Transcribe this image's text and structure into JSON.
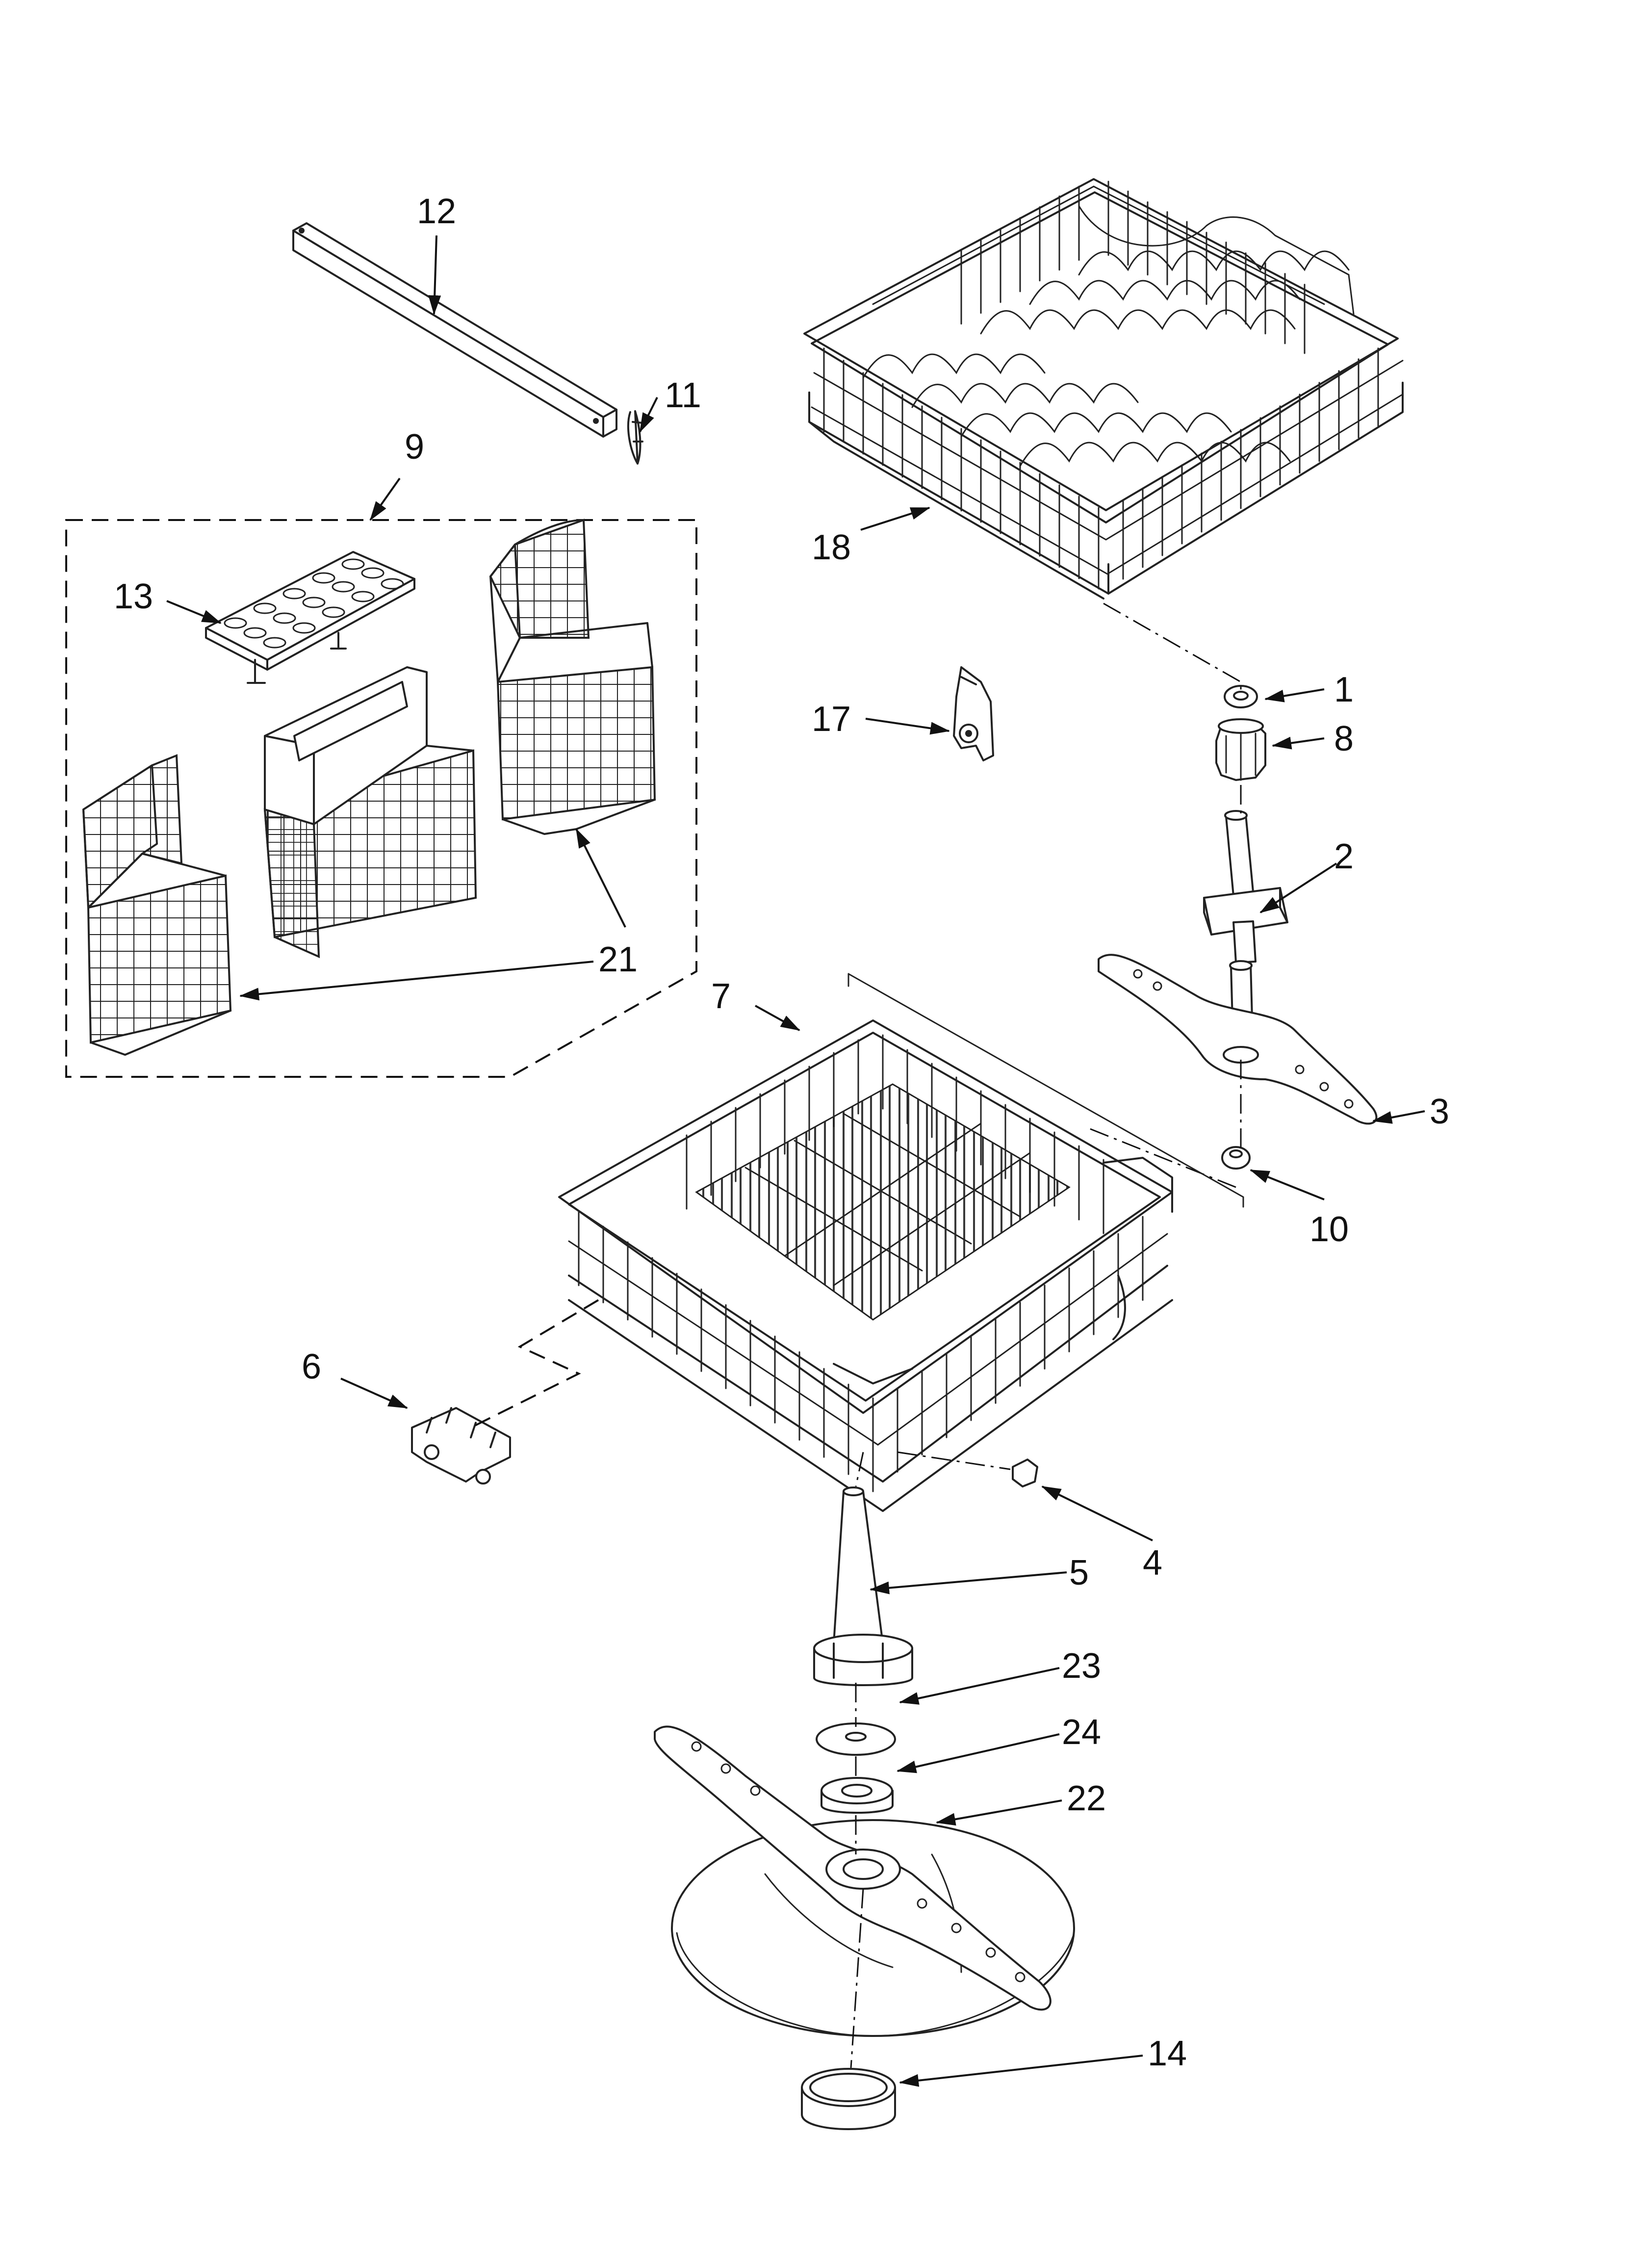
{
  "diagram": {
    "kind": "exploded-parts-view",
    "labels": {
      "p1": "1",
      "p2": "2",
      "p3": "3",
      "p4": "4",
      "p5": "5",
      "p6": "6",
      "p7": "7",
      "p8": "8",
      "p9": "9",
      "p10": "10",
      "p11": "11",
      "p12": "12",
      "p13": "13",
      "p14": "14",
      "p17": "17",
      "p18": "18",
      "p21": "21",
      "p22": "22",
      "p23": "23",
      "p24": "24"
    }
  }
}
